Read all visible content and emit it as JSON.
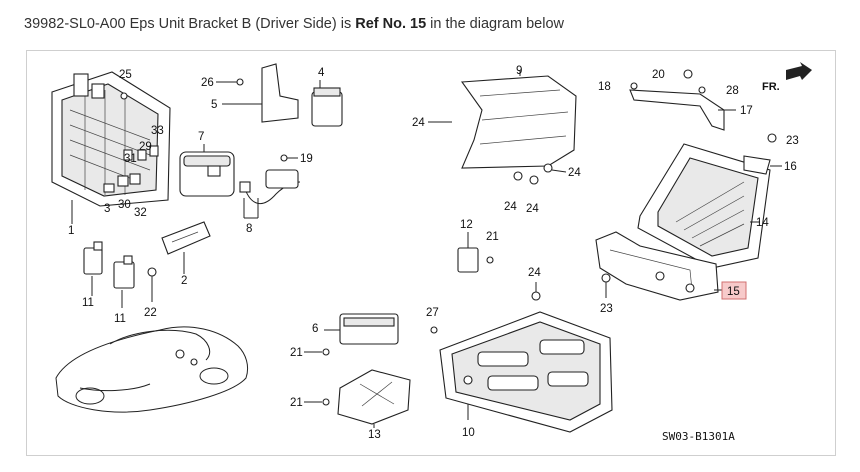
{
  "caption": {
    "part_number": "39982-SL0-A00",
    "part_text": " Eps Unit Bracket B (Driver Side) is ",
    "ref_label": "Ref No. 15",
    "suffix": " in the diagram below"
  },
  "diagram": {
    "direction_label": "FR.",
    "diagram_code": "SW03-B1301A",
    "highlighted_ref": "15",
    "callouts": [
      "1",
      "2",
      "3",
      "4",
      "5",
      "6",
      "7",
      "8",
      "10",
      "11",
      "11",
      "12",
      "13",
      "14",
      "16",
      "17",
      "18",
      "19",
      "20",
      "21",
      "21",
      "21",
      "22",
      "23",
      "23",
      "24",
      "24",
      "24",
      "24",
      "24",
      "25",
      "26",
      "27",
      "28",
      "29",
      "30",
      "31",
      "32",
      "33",
      "9",
      "15"
    ]
  }
}
